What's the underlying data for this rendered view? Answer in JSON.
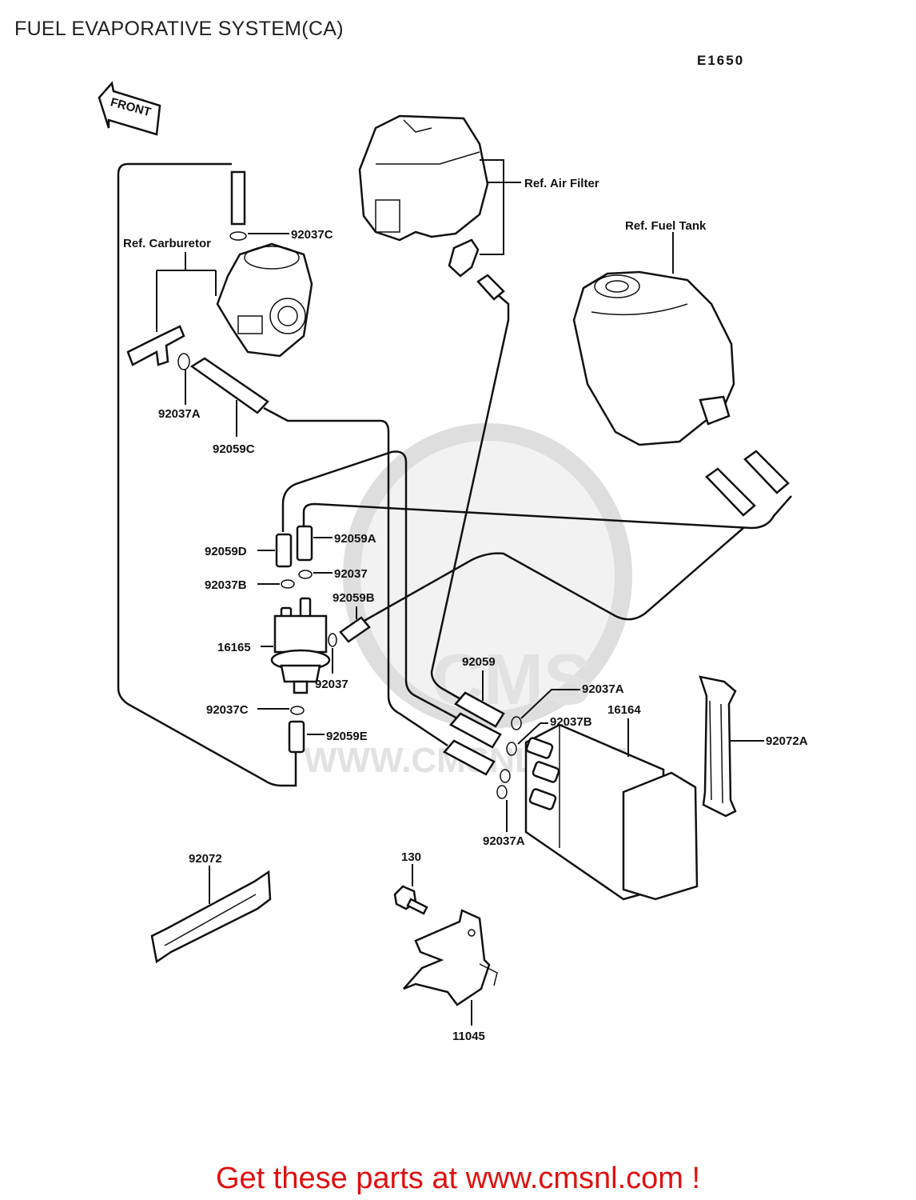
{
  "title": "FUEL EVAPORATIVE SYSTEM(CA)",
  "diagram_code": "E1650",
  "footer": "Get these parts at www.cmsnl.com !",
  "front_arrow": "FRONT",
  "watermark": {
    "brand": "CMS",
    "url": "WWW.CMSNL.COM"
  },
  "references": {
    "air_filter": "Ref. Air Filter",
    "fuel_tank": "Ref. Fuel Tank",
    "carburetor": "Ref. Carburetor"
  },
  "parts": {
    "p92037C_top": "92037C",
    "p92037A_left": "92037A",
    "p92059C": "92059C",
    "p92059D": "92059D",
    "p92059A": "92059A",
    "p92037B_left": "92037B",
    "p92037_upper": "92037",
    "p92059B": "92059B",
    "p16165": "16165",
    "p92037_lower": "92037",
    "p92037C_lower": "92037C",
    "p92059E": "92059E",
    "p92059": "92059",
    "p92037A_right": "92037A",
    "p92037B_right": "92037B",
    "p16164": "16164",
    "p92072A": "92072A",
    "p92037A_bottom": "92037A",
    "p92072": "92072",
    "p130": "130",
    "p11045": "11045"
  }
}
